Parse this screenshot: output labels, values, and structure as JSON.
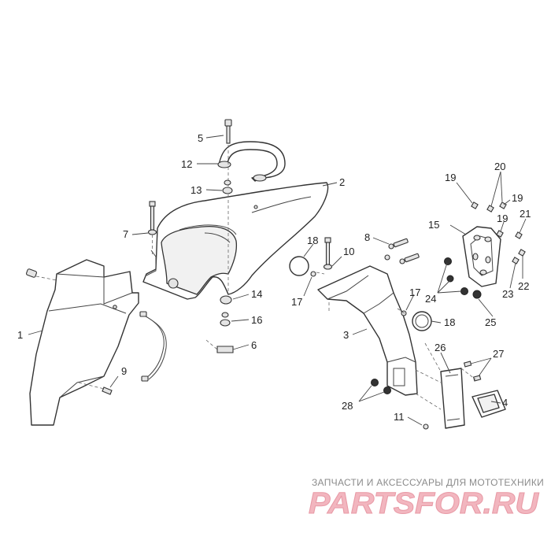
{
  "diagram": {
    "callouts": [
      {
        "id": "c1",
        "text": "1"
      },
      {
        "id": "c2",
        "text": "2"
      },
      {
        "id": "c3",
        "text": "3"
      },
      {
        "id": "c4",
        "text": "4"
      },
      {
        "id": "c5",
        "text": "5"
      },
      {
        "id": "c6",
        "text": "6"
      },
      {
        "id": "c7",
        "text": "7"
      },
      {
        "id": "c8",
        "text": "8"
      },
      {
        "id": "c9",
        "text": "9"
      },
      {
        "id": "c10",
        "text": "10"
      },
      {
        "id": "c11",
        "text": "11"
      },
      {
        "id": "c12",
        "text": "12"
      },
      {
        "id": "c13",
        "text": "13"
      },
      {
        "id": "c14",
        "text": "14"
      },
      {
        "id": "c15",
        "text": "15"
      },
      {
        "id": "c16",
        "text": "16"
      },
      {
        "id": "c17a",
        "text": "17"
      },
      {
        "id": "c17b",
        "text": "17"
      },
      {
        "id": "c18a",
        "text": "18"
      },
      {
        "id": "c18b",
        "text": "18"
      },
      {
        "id": "c19a",
        "text": "19"
      },
      {
        "id": "c19b",
        "text": "19"
      },
      {
        "id": "c20",
        "text": "20"
      },
      {
        "id": "c19c",
        "text": "19"
      },
      {
        "id": "c21",
        "text": "21"
      },
      {
        "id": "c22",
        "text": "22"
      },
      {
        "id": "c23",
        "text": "23"
      },
      {
        "id": "c24",
        "text": "24"
      },
      {
        "id": "c25",
        "text": "25"
      },
      {
        "id": "c26",
        "text": "26"
      },
      {
        "id": "c27",
        "text": "27"
      },
      {
        "id": "c28",
        "text": "28"
      }
    ]
  },
  "watermark": {
    "tagline": "ЗАПЧАСТИ И АКСЕССУАРЫ ДЛЯ МОТОТЕХНИКИ",
    "brand": "PARTSFOR.RU"
  },
  "colors": {
    "line": "#333333",
    "watermark_text": "#8b8b8b",
    "watermark_brand": "#f2b6bf"
  }
}
